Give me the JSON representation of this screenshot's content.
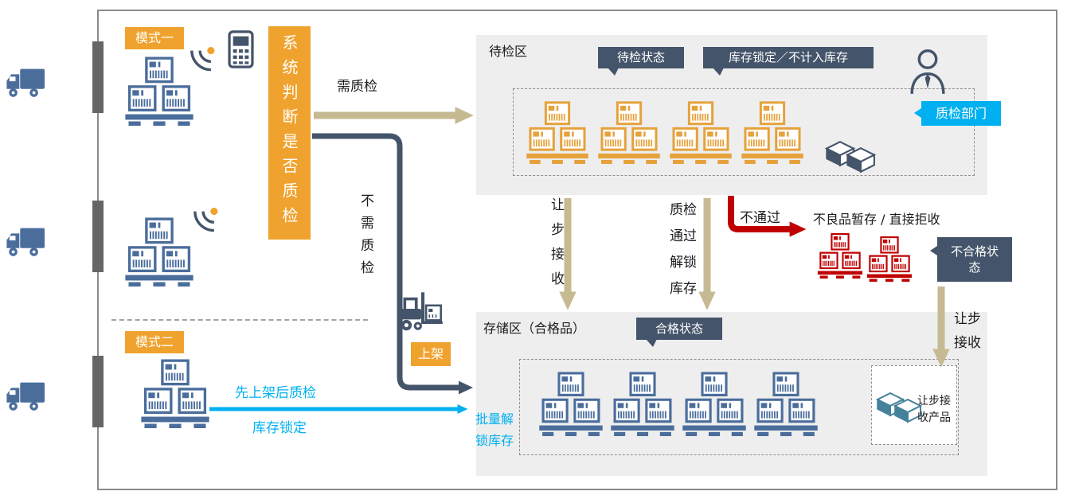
{
  "labels": {
    "mode1": "模式一",
    "mode2": "模式二",
    "system_decision": "系统判断是否质检",
    "need_qc": "需质检",
    "no_qc": "不需质检",
    "concession_v": "让步接收",
    "qc_pass": "质检\n通过\n解锁\n库存",
    "fail": "不通过",
    "concession2": "让步\n接收",
    "shelf": "上架",
    "shelf_first": "先上架后质检",
    "stock_lock": "库存锁定",
    "batch_unlock": "批量解\n锁库存"
  },
  "pending_area": {
    "title": "待检区",
    "status_badge": "待检状态",
    "lock_badge": "库存锁定／不计入库存",
    "qc_department": "质检部门"
  },
  "defective_area": {
    "title": "不良品暂存 / 直接拒收",
    "status_badge": "不合格状\n态"
  },
  "storage_area": {
    "title": "存储区（合格品）",
    "status_badge": "合格状态",
    "concession_product": "让步接\n收产品"
  },
  "colors": {
    "orange": "#F0A22E",
    "navy": "#44546A",
    "cyan": "#00B0F0",
    "tan": "#C6BA92",
    "red": "#C00000",
    "blue": "#4A6D9C",
    "panel_gray": "#EEEEEE"
  }
}
